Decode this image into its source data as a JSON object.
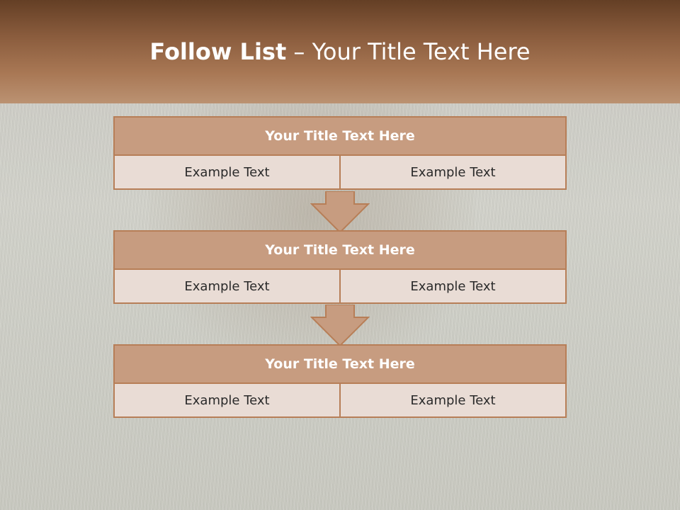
{
  "header": {
    "title_bold": "Follow List",
    "title_rest": " – Your Title Text Here"
  },
  "blocks": [
    {
      "title": "Your Title Text Here",
      "left": "Example Text",
      "right": "Example Text"
    },
    {
      "title": "Your Title Text Here",
      "left": "Example Text",
      "right": "Example Text"
    },
    {
      "title": "Your Title Text Here",
      "left": "Example Text",
      "right": "Example Text"
    }
  ],
  "colors": {
    "header_dark": "#643f25",
    "header_light": "#bb9272",
    "block_title_fill": "#c79c80",
    "block_cell_fill": "#e9dcd5",
    "border": "#b77e57"
  },
  "icons": [
    "down-arrow-icon",
    "down-arrow-icon"
  ]
}
